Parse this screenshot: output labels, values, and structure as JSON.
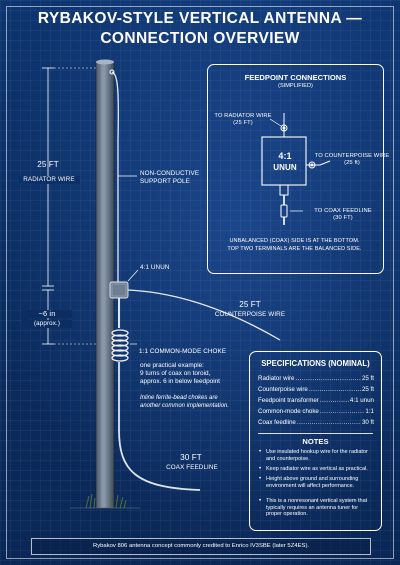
{
  "title": {
    "line1": "RYBAKOV-STYLE VERTICAL ANTENNA —",
    "line2": "CONNECTION OVERVIEW"
  },
  "labels": {
    "radiator_length": "25 ft",
    "radiator_wire": "RADIATOR WIRE",
    "support_pole": "NON-CONDUCTIVE\nSUPPORT POLE",
    "unun": "4:1 UNUN",
    "choke_gap": "~6 in",
    "choke_gap_note": "(approx.)",
    "counterpoise_length": "25 ft",
    "counterpoise_wire": "COUNTERPOISE WIRE",
    "choke": "1:1 COMMON-MODE CHOKE",
    "choke_example": "one practical example:\n9 turns of coax on toroid,\napprox. 6 in below feedpoint",
    "choke_alt": "Inline ferrite-bead chokes are\nanother common implementation.",
    "feedline_length": "30 ft",
    "feedline": "COAX FEEDLINE"
  },
  "feedpoint": {
    "title": "FEEDPOINT CONNECTIONS",
    "subtitle": "(SIMPLIFIED)",
    "to_radiator": "TO RADIATOR WIRE\n(25 ft)",
    "to_counterpoise": "TO COUNTERPOISE WIRE\n(25 ft)",
    "unun_ratio": "4:1",
    "unun_word": "UNUN",
    "to_coax": "TO COAX FEEDLINE\n(30 ft)",
    "note": "UNBALANCED (COAX) SIDE IS AT THE BOTTOM.\nTOP TWO TERMINALS ARE THE BALANCED SIDE."
  },
  "specs": {
    "title": "SPECIFICATIONS (NOMINAL)",
    "rows": [
      {
        "name": "Radiator wire",
        "value": "25 ft"
      },
      {
        "name": "Counterpoise wire",
        "value": "25 ft"
      },
      {
        "name": "Feedpoint transformer",
        "value": "4:1 unun"
      },
      {
        "name": "Common-mode choke",
        "value": "1:1"
      },
      {
        "name": "Coax feedline",
        "value": "30 ft"
      }
    ],
    "notes_title": "NOTES",
    "notes": [
      "Use insulated hookup wire for the radiator and counterpoise.",
      "Keep radiator wire as vertical as practical.",
      "Height above ground and surrounding environment will affect performance.",
      "This is a nonresonant vertical system that typically requires an antenna tuner for proper operation."
    ]
  },
  "footer": "Rybakov 806 antenna concept commonly credited to Enrico IV3SBE (later 5Z4ES)."
}
